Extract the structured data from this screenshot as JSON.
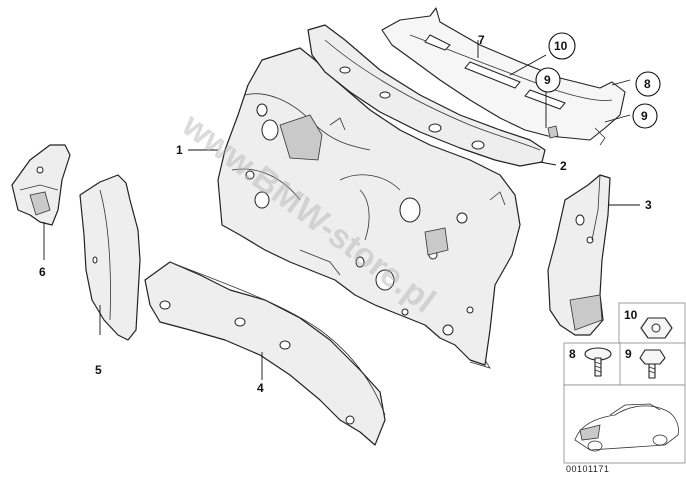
{
  "diagram": {
    "callouts": {
      "c1": "1",
      "c2": "2",
      "c3": "3",
      "c4": "4",
      "c5": "5",
      "c6": "6",
      "c7": "7",
      "c8_right": "8",
      "c9_top": "9",
      "c9_right": "9",
      "c10_top": "10"
    },
    "legend": {
      "item10": "10",
      "item8": "8",
      "item9": "9"
    },
    "watermark": "www.BMW-store.pl",
    "diagram_code": "00101171"
  }
}
